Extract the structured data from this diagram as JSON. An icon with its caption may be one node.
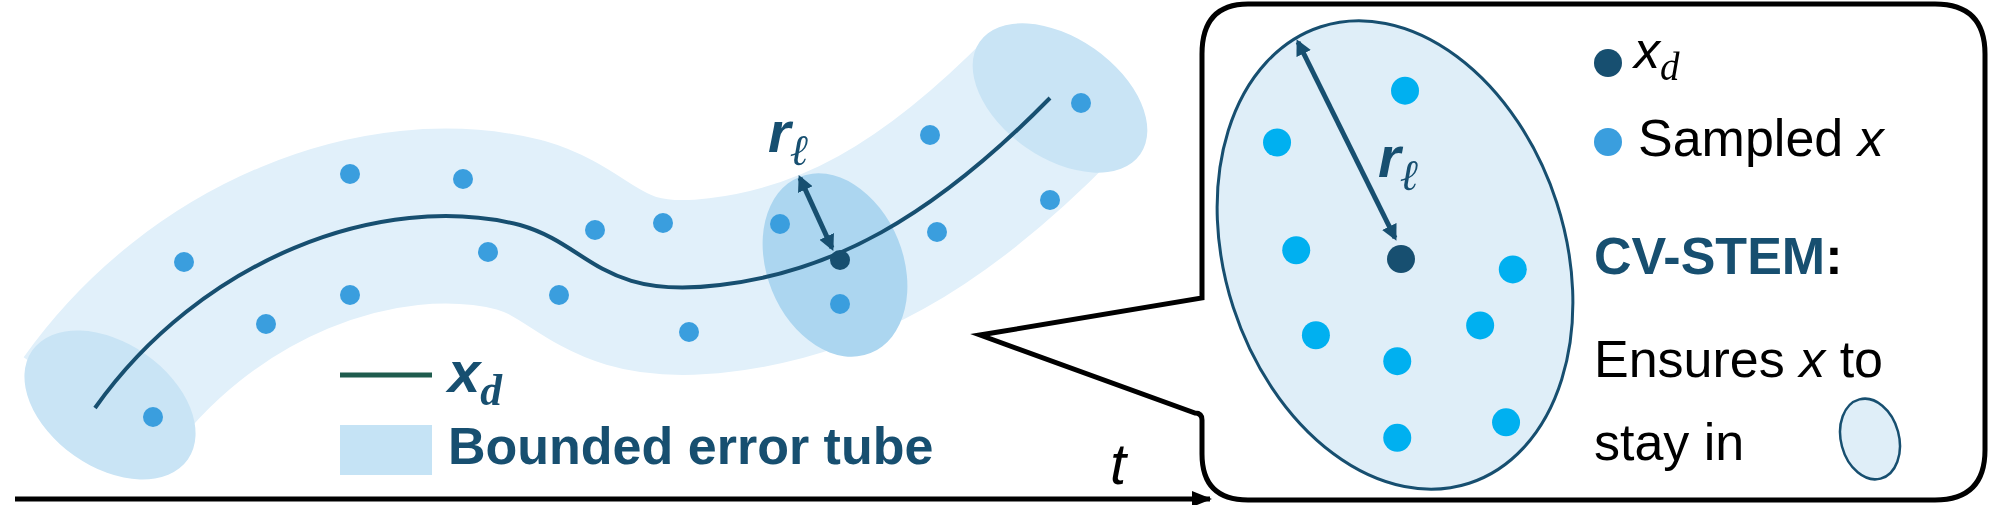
{
  "diagram": {
    "nodes": [
      {
        "text": [
          "**CV-STEM**:",
          "Ensures *x* to stay in"
        ]
      }
    ],
    "labels": [
      "*r*$_{ℓ}$",
      "*r*$_{ℓ}$",
      "*t*"
    ],
    "legend": [
      {
        "text": "*x*$_{d}$"
      },
      {
        "text": "Bounded error tube",
        "color": "#c5e3f5"
      },
      {
        "text": "*x*$_{d}$",
        "color": "#174f70"
      },
      {
        "text": "Sampled *x*",
        "color": "#3a9ede"
      }
    ]
  }
}
